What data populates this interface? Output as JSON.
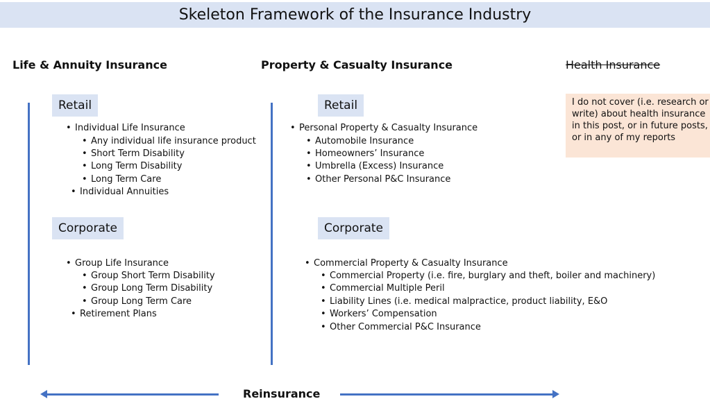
{
  "title": "Skeleton Framework of the Insurance Industry",
  "columns": {
    "life": {
      "heading": "Life & Annuity Insurance",
      "retail_label": "Retail",
      "retail_items": [
        "Individual Life Insurance",
        "Any individual life insurance product",
        "Short Term Disability",
        "Long Term Disability",
        "Long Term Care",
        "Individual Annuities"
      ],
      "corporate_label": "Corporate",
      "corporate_items": [
        "Group Life Insurance",
        "Group Short Term Disability",
        "Group Long Term Disability",
        "Group Long Term Care",
        "Retirement Plans"
      ]
    },
    "pc": {
      "heading": "Property & Casualty Insurance",
      "retail_label": "Retail",
      "retail_items": [
        "Personal Property & Casualty Insurance",
        "Automobile Insurance",
        "Homeowners’ Insurance",
        "Umbrella (Excess) Insurance",
        "Other Personal P&C Insurance"
      ],
      "corporate_label": "Corporate",
      "corporate_items": [
        "Commercial Property & Casualty Insurance",
        "Commercial Property (i.e. fire, burglary and theft, boiler and machinery)",
        "Commercial Multiple Peril",
        "Liability Lines (i.e. medical malpractice, product liability, E&O",
        " Workers’ Compensation",
        "Other Commercial P&C Insurance"
      ]
    },
    "health": {
      "heading": "Health Insurance",
      "note": "I do not cover (i.e. research or write) about health insurance in this post, or in future posts, or in any of my reports"
    }
  },
  "footer": {
    "label": "Reinsurance"
  },
  "colors": {
    "band": "#dae3f3",
    "line": "#4472c4",
    "note": "#fbe5d6"
  }
}
